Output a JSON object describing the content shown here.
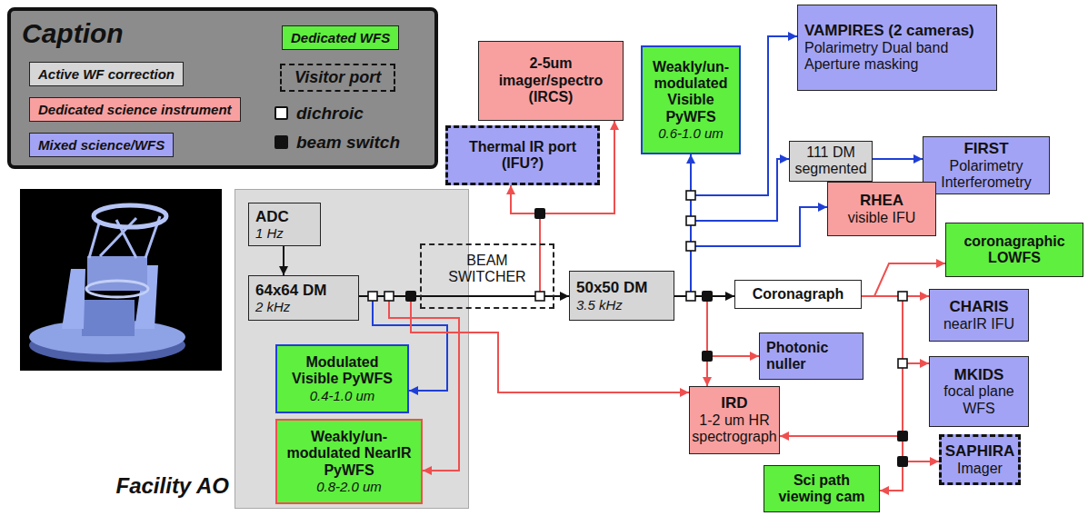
{
  "diagram": {
    "nodes": [
      {
        "text": [
          "Facility AO"
        ]
      },
      {
        "text": [
          "ADC",
          "1 Hz"
        ],
        "in": 0
      },
      {
        "text": [
          "64x64 DM",
          "2 kHz"
        ],
        "in": 0
      },
      {
        "text": [
          "Modulated Visible PyWFS",
          "0.4-1.0 um"
        ],
        "in": 0
      },
      {
        "text": [
          "Weakly/un-modulated NearIR PyWFS",
          "0.8-2.0 um"
        ],
        "in": 0
      },
      {
        "text": [
          "BEAM SWITCHER"
        ]
      },
      {
        "text": [
          "Thermal IR port (IFU?)"
        ]
      },
      {
        "text": [
          "2-5um imager/spectro (IRCS)"
        ]
      },
      {
        "text": [
          "Weakly/un-modulated Visible PyWFS",
          "0.6-1.0 um"
        ]
      },
      {
        "text": [
          "50x50 DM",
          "3.5 kHz"
        ]
      },
      {
        "text": [
          "VAMPIRES (2 cameras)",
          "Polarimetry Dual band Aperture masking"
        ]
      },
      {
        "text": [
          "111 DM segmented"
        ]
      },
      {
        "text": [
          "FIRST",
          "Polarimetry Interferometry"
        ]
      },
      {
        "text": [
          "RHEA",
          "visible IFU"
        ]
      },
      {
        "text": [
          "coronagraphic LOWFS"
        ]
      },
      {
        "text": [
          "Coronagraph"
        ]
      },
      {
        "text": [
          "CHARIS",
          "nearIR IFU"
        ]
      },
      {
        "text": [
          "Photonic nuller"
        ]
      },
      {
        "text": [
          "MKIDS",
          "focal plane WFS"
        ]
      },
      {
        "text": [
          "IRD",
          "1-2 um HR spectrograph"
        ]
      },
      {
        "text": [
          "SAPHIRA",
          "Imager"
        ]
      },
      {
        "text": [
          "Sci path viewing cam"
        ]
      }
    ],
    "edges": [
      {
        "from": 1,
        "to": 2,
        "arrow": "to"
      },
      {
        "from": 2,
        "to": 3,
        "arrow": "to"
      },
      {
        "from": 2,
        "to": 4,
        "arrow": "to"
      },
      {
        "from": 2,
        "to": 19,
        "arrow": "to"
      },
      {
        "from": 2,
        "to": 9,
        "arrow": "to"
      },
      {
        "from": 5,
        "to": 6,
        "arrow": "to"
      },
      {
        "from": 5,
        "to": 7,
        "arrow": "to"
      },
      {
        "from": 9,
        "to": 8,
        "arrow": "to"
      },
      {
        "from": 9,
        "to": 10,
        "arrow": "to"
      },
      {
        "from": 9,
        "to": 11,
        "arrow": "to"
      },
      {
        "from": 11,
        "to": 12,
        "arrow": "to"
      },
      {
        "from": 9,
        "to": 13,
        "arrow": "to"
      },
      {
        "from": 9,
        "to": 15,
        "arrow": "to"
      },
      {
        "from": 9,
        "to": 17,
        "arrow": "to"
      },
      {
        "from": 9,
        "to": 19,
        "arrow": "to"
      },
      {
        "from": 15,
        "to": 14,
        "arrow": "to"
      },
      {
        "from": 15,
        "to": 16,
        "arrow": "to"
      },
      {
        "from": 15,
        "to": 18,
        "arrow": "to"
      },
      {
        "from": 15,
        "to": 19,
        "arrow": "to"
      },
      {
        "from": 15,
        "to": 20,
        "arrow": "to"
      },
      {
        "from": 15,
        "to": 21,
        "arrow": "to"
      }
    ],
    "labels": [
      "Caption"
    ],
    "legend": [
      {
        "text": "Active WF correction",
        "color": "#d6d6d6"
      },
      {
        "text": "Dedicated science instrument",
        "color": "#f8a0a0"
      },
      {
        "text": "Mixed science/WFS",
        "color": "#a3a3f5"
      },
      {
        "text": "Dedicated WFS",
        "color": "#5fef3f"
      },
      {
        "text": "Visitor port"
      },
      {
        "text": "dichroic"
      },
      {
        "text": "beam switch"
      }
    ]
  }
}
